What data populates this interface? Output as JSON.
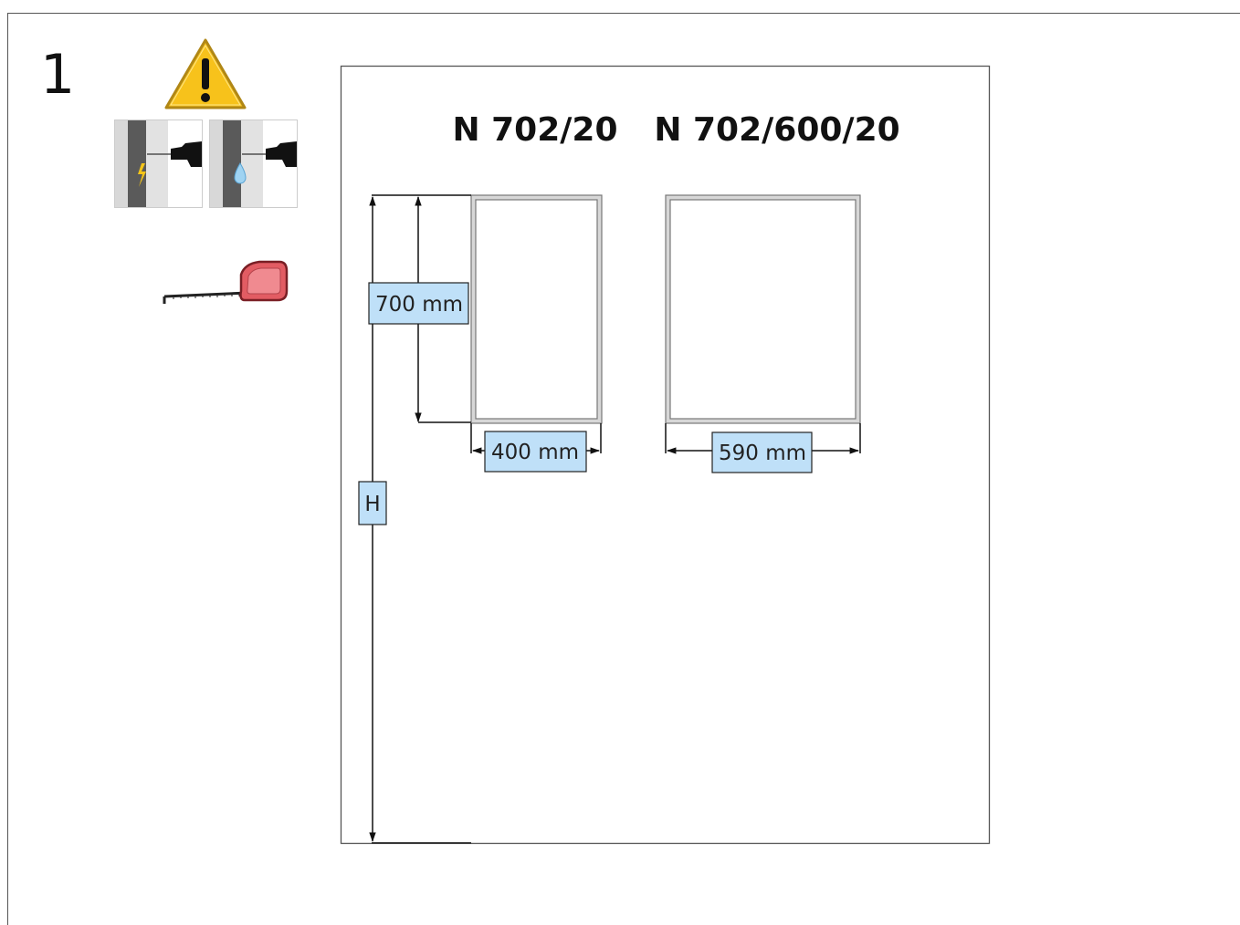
{
  "step": {
    "number": "1"
  },
  "icons": {
    "warning": "warning-triangle-icon",
    "drill_electric": "drill-electric-cable-icon",
    "drill_water": "drill-water-pipe-icon",
    "tape": "tape-measure-icon"
  },
  "models": [
    {
      "name": "N 702/20",
      "width_label": "400 mm",
      "height_label": "700 mm"
    },
    {
      "name": "N 702/600/20",
      "width_label": "590 mm"
    }
  ],
  "height_marker": "H",
  "colors": {
    "label_fill": "#bfe0f8",
    "warning_yellow": "#f7c21b",
    "tape_red": "#e25c63"
  }
}
